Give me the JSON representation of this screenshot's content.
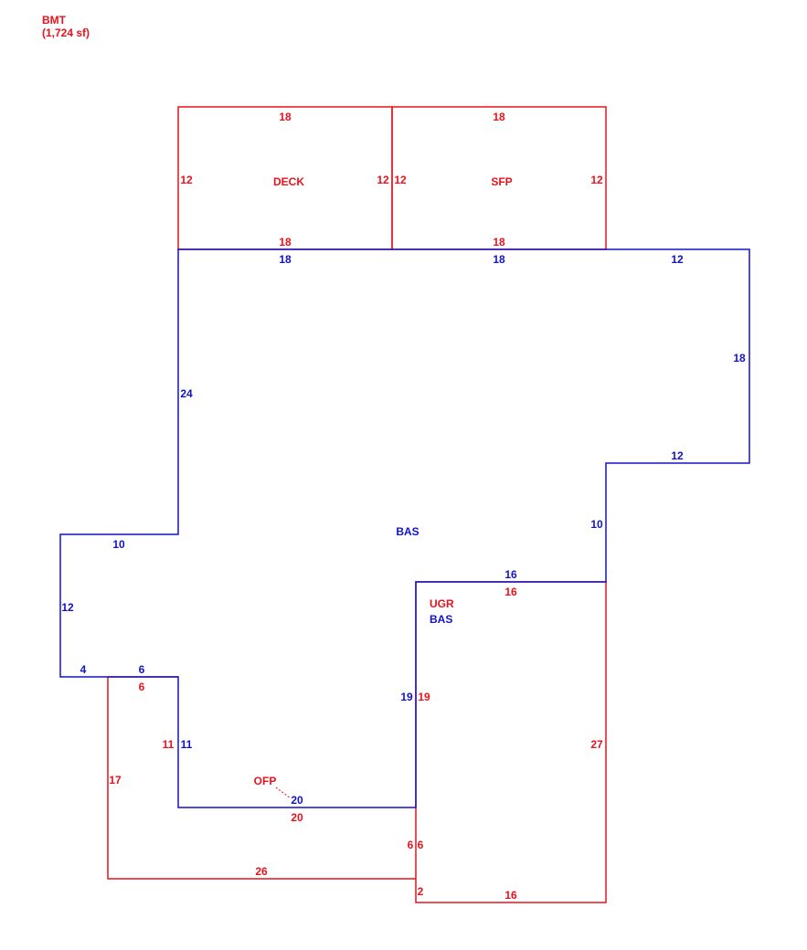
{
  "header": {
    "title": "BMT",
    "area": "(1,724 sf)"
  },
  "colors": {
    "red": "#e8121c",
    "blue": "#1212c8"
  },
  "areas": {
    "deck": "DECK",
    "sfp": "SFP",
    "bas": "BAS",
    "ugr": "UGR",
    "ugr_bas": "BAS",
    "ofp": "OFP"
  },
  "dimensions": {
    "deck_top": "18",
    "deck_left": "12",
    "deck_right": "12",
    "deck_bottom": "18",
    "sfp_top": "18",
    "sfp_left": "12",
    "sfp_right": "12",
    "sfp_bottom": "18",
    "bas_top_a": "18",
    "bas_top_b": "18",
    "bas_top_c": "12",
    "bas_right_upper": "18",
    "bas_step_h": "12",
    "bas_right_lower": "10",
    "bas_left": "24",
    "bas_left_step": "10",
    "bas_far_left": "12",
    "bas_bottom_left_a": "4",
    "bas_bottom_left_b": "6",
    "bas_inner_v": "11",
    "bas_bottom": "20",
    "bas_ugr_left": "19",
    "bas_ugr_top": "16",
    "ugr_top": "16",
    "ugr_left": "19",
    "ugr_right": "27",
    "ugr_bottom": "16",
    "ugr_lower_left_a": "6",
    "ugr_lower_left_b": "6",
    "ugr_lower_left_c": "2",
    "ofp_top": "6",
    "ofp_inner": "11",
    "ofp_left": "17",
    "ofp_upper": "20",
    "ofp_bottom": "26"
  }
}
